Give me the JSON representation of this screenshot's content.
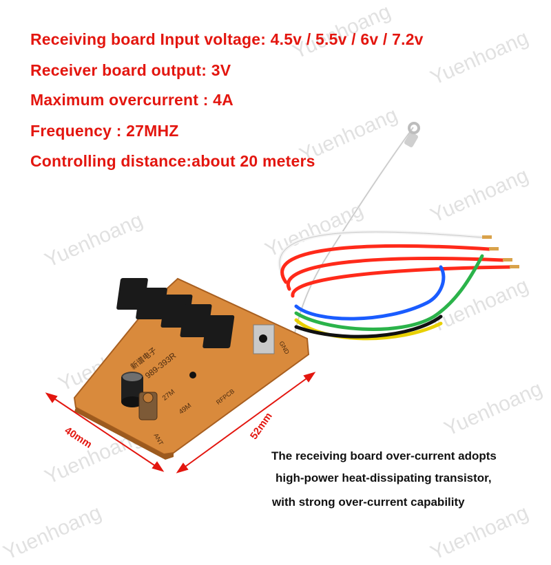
{
  "specs": [
    "Receiving board Input voltage: 4.5v / 5.5v / 6v / 7.2v",
    "Receiver board output: 3V",
    "Maximum overcurrent : 4A",
    "Frequency : 27MHZ",
    "Controlling distance:about 20 meters"
  ],
  "description": [
    "The receiving board over-current adopts",
    "high-power heat-dissipating transistor,",
    "with strong over-current capability"
  ],
  "dimensions": {
    "width": "40mm",
    "length": "52mm"
  },
  "watermark": "Yuenhoang",
  "board": {
    "part_number": "989-393R",
    "brand_chars": "新谱电子",
    "freq_27": "27M",
    "freq_49": "49M",
    "rfpcb": "RFPCB",
    "gnd": "GND",
    "ant": "ANT"
  },
  "colors": {
    "spec_text": "#e3160f",
    "desc_text": "#111111",
    "board": "#d98a3c",
    "wires": [
      "#ffffff",
      "#ff2a1a",
      "#1a5cff",
      "#2bb34a",
      "#111111",
      "#e8d000"
    ]
  }
}
